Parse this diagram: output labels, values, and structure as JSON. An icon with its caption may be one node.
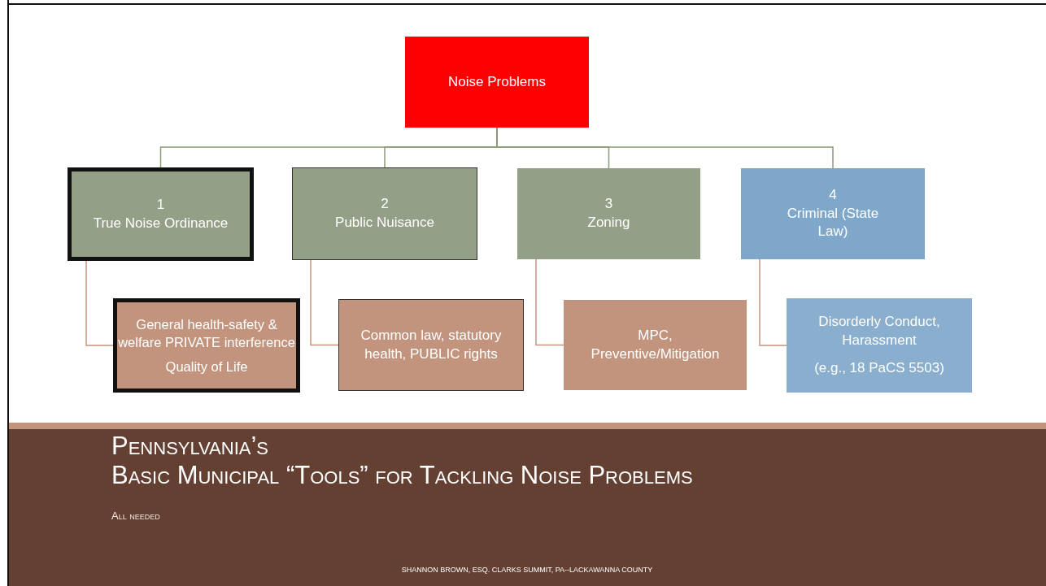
{
  "diagram": {
    "title": "Pennsylvania’s Basic Municipal “Tools” for Tackling Noise Problems",
    "nodes": [
      {
        "text": [
          "Noise Problems"
        ]
      },
      {
        "text": [
          "1",
          "True Noise Ordinance"
        ]
      },
      {
        "text": [
          "2",
          "Public Nuisance"
        ]
      },
      {
        "text": [
          "3",
          "Zoning"
        ]
      },
      {
        "text": [
          "4",
          "Criminal (State Law)"
        ]
      },
      {
        "text": [
          "General health-safety & welfare PRIVATE interference",
          "Quality of Life"
        ]
      },
      {
        "text": [
          "Common law, statutory health, PUBLIC rights"
        ]
      },
      {
        "text": [
          "MPC, Preventive/Mitigation"
        ]
      },
      {
        "text": [
          "Disorderly Conduct, Harassment",
          "(e.g., 18 PaCS 5503)"
        ]
      }
    ],
    "edges": [
      {
        "from": 0,
        "to": 1,
        "arrow": "none"
      },
      {
        "from": 0,
        "to": 2,
        "arrow": "none"
      },
      {
        "from": 0,
        "to": 3,
        "arrow": "none"
      },
      {
        "from": 0,
        "to": 4,
        "arrow": "none"
      },
      {
        "from": 1,
        "to": 5,
        "arrow": "none",
        "color": "#c2947e"
      },
      {
        "from": 2,
        "to": 6,
        "arrow": "none",
        "color": "#c2947e"
      },
      {
        "from": 3,
        "to": 7,
        "arrow": "none",
        "color": "#c2947e"
      },
      {
        "from": 4,
        "to": 8,
        "arrow": "none",
        "color": "#c2947e"
      }
    ],
    "labels": [
      "All needed",
      "SHANNON BROWN, ESQ. CLARKS SUMMIT, PA--LACKAWANNA COUNTY"
    ]
  }
}
